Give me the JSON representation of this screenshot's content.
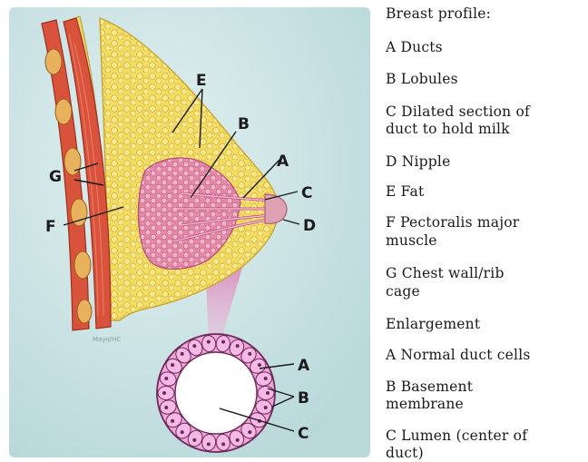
{
  "diagram": {
    "callouts": {
      "A": "A",
      "B": "B",
      "C": "C",
      "D": "D",
      "E": "E",
      "F": "F",
      "G": "G",
      "A2": "A",
      "B2": "B",
      "C2": "C"
    },
    "credit": "Mayo/HC"
  },
  "legend": {
    "title": "Breast profile:",
    "items": [
      "A Ducts",
      "B Lobules",
      "C Dilated section of",
      "duct to hold milk",
      "D Nipple",
      "E Fat",
      "F Pectoralis major",
      "muscle",
      "G Chest wall/rib",
      "cage",
      "Enlargement",
      "A Normal duct cells",
      "B Basement",
      "membrane",
      "C Lumen (center of",
      "duct)"
    ]
  },
  "colors": {
    "background_panel": "#cfe6e6",
    "fat": "#f2dc6a",
    "muscle": "#d9533c",
    "rib": "#e7b05a",
    "lobules": "#e79ab3",
    "duct_cells": "#e79ad8"
  }
}
